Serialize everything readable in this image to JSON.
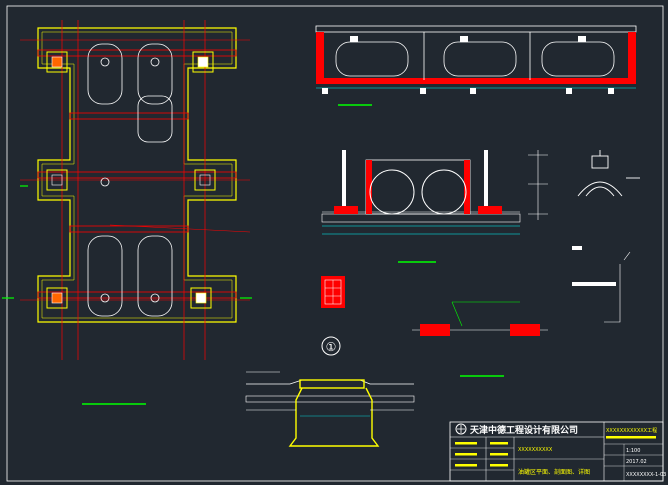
{
  "drawing": {
    "background": "#212830",
    "colors": {
      "frame": "#ffffff",
      "outline": "#ffff00",
      "structure": "#ff0000",
      "dimension": "#00ff00",
      "annotation": "#00ffff",
      "equipment": "#ffffff"
    },
    "callout": {
      "marker": "①"
    },
    "title_block": {
      "company": "天津中德工程设计有限公司",
      "project": "XXXXXXXXXXXX工程",
      "drawing_title": "油罐区平面、剖面图、详图",
      "subtitle": "XXXXXXXXXX",
      "scale_value": "1:100",
      "date_value": "2017.02",
      "drawing_number": "XXXXXXXX-1-03"
    }
  }
}
